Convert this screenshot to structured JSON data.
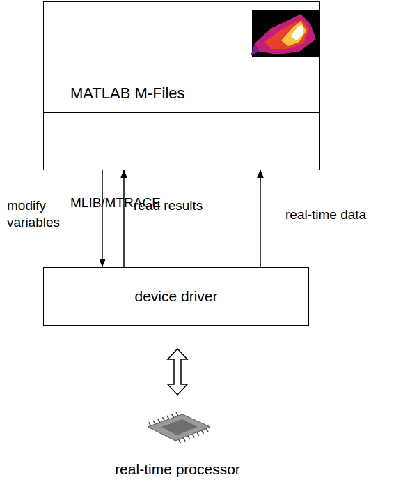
{
  "diagram": {
    "nodes": [
      {
        "text": [
          "MATLAB M-Files"
        ]
      },
      {
        "text": [
          "MLIB/MTRACE"
        ],
        "in": 0
      },
      {
        "text": [
          "device driver"
        ]
      }
    ],
    "edges": [
      {
        "from": 1,
        "to": 2,
        "arrow": "to",
        "label": "modify variables"
      },
      {
        "from": 2,
        "to": 1,
        "arrow": "to",
        "label": "read results"
      },
      {
        "from": 2,
        "to": 1,
        "arrow": "to",
        "label": "real-time data"
      }
    ],
    "labels": [
      "real-time processor"
    ]
  }
}
